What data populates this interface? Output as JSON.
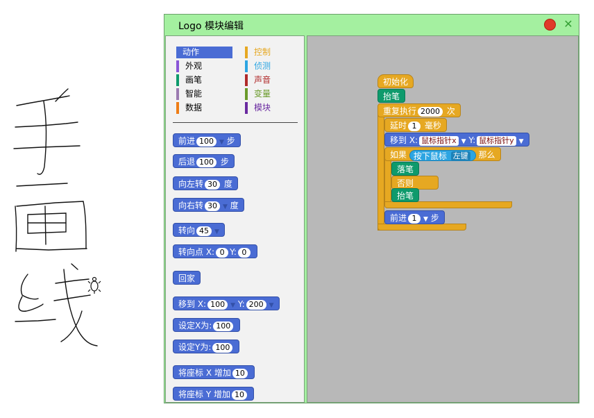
{
  "window": {
    "title": "Logo 模块编辑"
  },
  "categories": [
    {
      "label": "动作",
      "color": "#4a6cd4",
      "selected": true
    },
    {
      "label": "控制",
      "color": "#e6a822"
    },
    {
      "label": "外观",
      "color": "#8a55d7"
    },
    {
      "label": "侦测",
      "color": "#2ca5e2"
    },
    {
      "label": "画笔",
      "color": "#0e9a6c"
    },
    {
      "label": "声音",
      "color": "#b02a2a"
    },
    {
      "label": "智能",
      "color": "#9b7ab0"
    },
    {
      "label": "变量",
      "color": "#6a9a2a"
    },
    {
      "label": "数据",
      "color": "#ee7d16"
    },
    {
      "label": "模块",
      "color": "#6a2aa0"
    }
  ],
  "palette": {
    "forward": {
      "label": "前进",
      "value": "100",
      "unit": "步"
    },
    "back": {
      "label": "后退",
      "value": "100",
      "unit": "步"
    },
    "left": {
      "label": "向左转",
      "value": "30",
      "unit": "度"
    },
    "right": {
      "label": "向右转",
      "value": "30",
      "unit": "度"
    },
    "heading": {
      "label": "转向",
      "value": "45"
    },
    "towards": {
      "label": "转向点 X:",
      "x": "0",
      "ylabel": "Y:",
      "y": "0"
    },
    "home": {
      "label": "回家"
    },
    "goto": {
      "label": "移到 X:",
      "x": "100",
      "ylabel": "Y:",
      "y": "200"
    },
    "setx": {
      "label": "设定X为:",
      "value": "100"
    },
    "sety": {
      "label": "设定Y为:",
      "value": "100"
    },
    "changex": {
      "label": "将座标 X 增加",
      "value": "10"
    },
    "changey": {
      "label": "将座标 Y 增加",
      "value": "10"
    }
  },
  "script": {
    "init": "初始化",
    "penup1": "抬笔",
    "repeat": {
      "label": "重复执行",
      "value": "2000",
      "unit": "次"
    },
    "wait": {
      "label": "延时",
      "value": "1",
      "unit": "毫秒"
    },
    "goto": {
      "label": "移到 X:",
      "x": "鼠标指针x",
      "ylabel": "Y:",
      "y": "鼠标指针y"
    },
    "if": {
      "label": "如果",
      "cond": "按下鼠标",
      "key": "左键",
      "then": "那么"
    },
    "pendown": "落笔",
    "else": "否则",
    "penup2": "抬笔",
    "forward": {
      "label": "前进",
      "value": "1",
      "unit": "步"
    }
  }
}
